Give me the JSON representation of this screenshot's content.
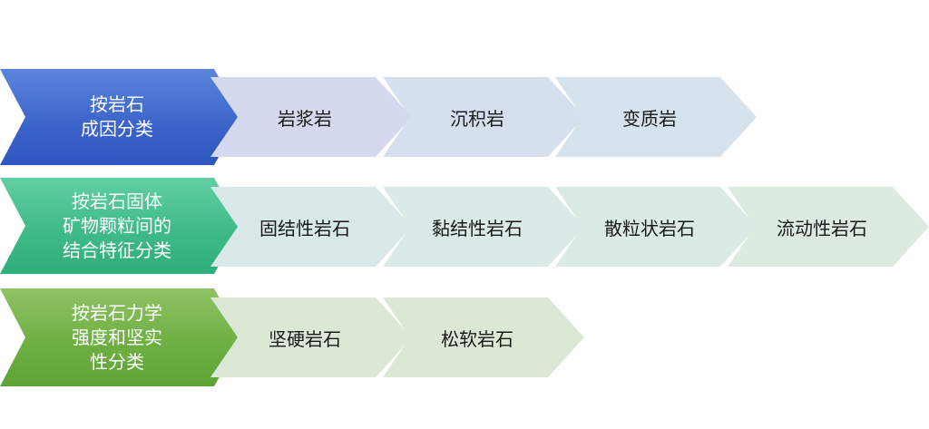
{
  "rows": [
    {
      "head": {
        "lines": [
          "按岩石",
          "成因分类"
        ]
      },
      "items": [
        "岩浆岩",
        "沉积岩",
        "变质岩"
      ]
    },
    {
      "head": {
        "lines": [
          "按岩石固体",
          "矿物颗粒间的",
          "结合特征分类"
        ]
      },
      "items": [
        "固结性岩石",
        "黏结性岩石",
        "散粒状岩石",
        "流动性岩石"
      ]
    },
    {
      "head": {
        "lines": [
          "按岩石力学",
          "强度和坚实",
          "性分类"
        ]
      },
      "items": [
        "坚硬岩石",
        "松软岩石"
      ]
    }
  ],
  "colors": {
    "row1_head": "#3d66cc",
    "row2_head": "#3fbb88",
    "row3_head": "#6fb044",
    "row1_items": "#d6dcee",
    "row2_items": "#dbeae4",
    "row3_items": "#dbe8d6",
    "head_text": "#ffffff",
    "item_text": "#1a1a1a"
  }
}
